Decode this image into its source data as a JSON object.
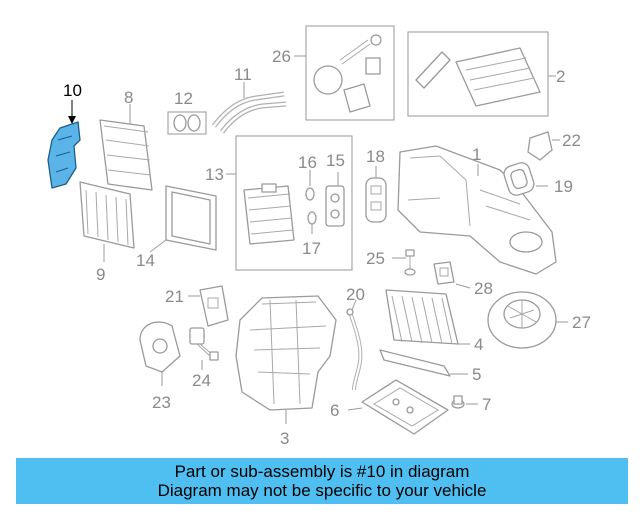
{
  "diagram": {
    "highlighted_part": "10",
    "highlight_color": "#5ab4e8",
    "callouts": [
      "1",
      "2",
      "3",
      "4",
      "5",
      "6",
      "7",
      "8",
      "9",
      "10",
      "11",
      "12",
      "13",
      "14",
      "15",
      "16",
      "17",
      "18",
      "19",
      "20",
      "21",
      "22",
      "23",
      "24",
      "25",
      "26",
      "27",
      "28"
    ]
  },
  "banner": {
    "line1": "Part or sub-assembly is #10 in diagram",
    "line2": "Diagram may not be specific to your vehicle",
    "color": "#4fbff2"
  }
}
